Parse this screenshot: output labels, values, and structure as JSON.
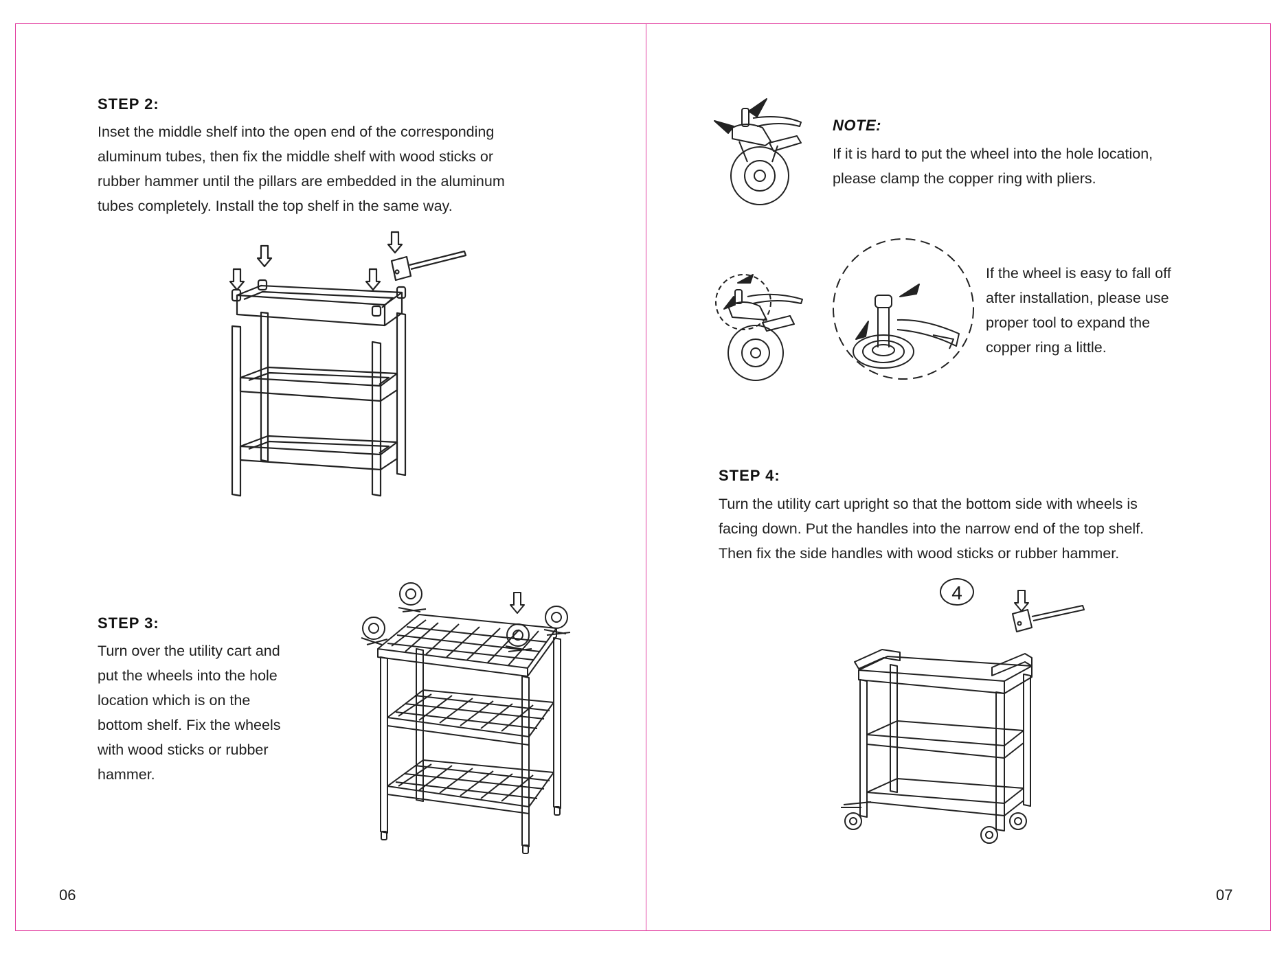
{
  "left_page": {
    "step2": {
      "heading": "STEP 2:",
      "lines": [
        "Inset the middle shelf into the open end of the corresponding",
        "aluminum tubes, then fix the middle shelf with wood sticks or",
        "rubber hammer until the pillars are embedded in the aluminum",
        "tubes completely. Install the top shelf in the same way."
      ]
    },
    "step3": {
      "heading": "STEP 3:",
      "lines": [
        "Turn over the utility cart and",
        "put the wheels into the hole",
        "location which is on the",
        "bottom shelf. Fix the wheels",
        "with wood sticks or rubber",
        "hammer."
      ]
    },
    "page_number": "06"
  },
  "right_page": {
    "note": {
      "heading": "NOTE:",
      "lines": [
        "If it is hard to put the wheel into the hole location,",
        "please clamp the copper ring with pliers."
      ]
    },
    "note2": {
      "lines": [
        "If the wheel is easy to fall off",
        "after installation, please use",
        "proper tool to expand the",
        "copper ring a little."
      ]
    },
    "step4": {
      "heading": "STEP 4:",
      "lines": [
        "Turn the utility cart upright so that the bottom side with wheels is",
        "facing down. Put the handles into the narrow end of the top shelf.",
        "Then fix the side handles with wood sticks or rubber hammer."
      ],
      "callout": "4"
    },
    "page_number": "07"
  },
  "colors": {
    "border": "#e23fa0",
    "text": "#1f1f1f",
    "line_art": "#222222"
  },
  "illustrations": {
    "step2": "shelf-assembly-diagram",
    "step3": "upside-down-cart-with-wheels",
    "note": "caster-wheel-with-pliers",
    "note2": "caster-wheel-detail-zoom",
    "step4": "assembled-utility-cart"
  }
}
